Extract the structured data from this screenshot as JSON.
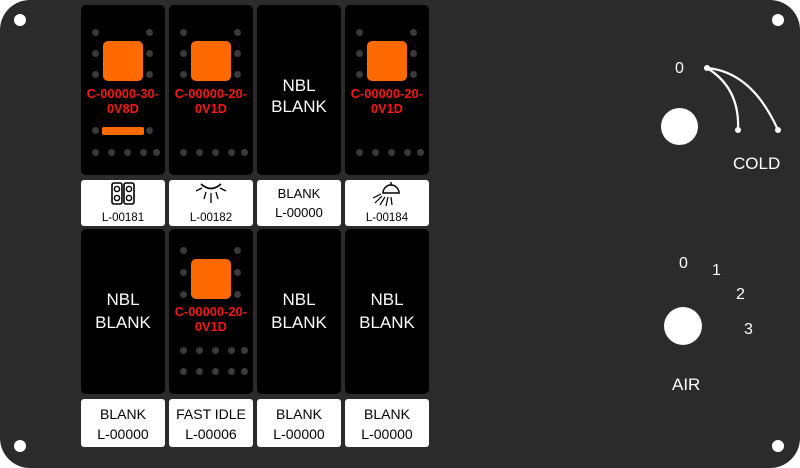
{
  "panel": {
    "switches": [
      {
        "type": "lit",
        "code": "C-00000-30-0V8D",
        "code_line1": "C-00000-30-",
        "code_line2": "0V8D",
        "indicator_bar": true
      },
      {
        "type": "lit",
        "code": "C-00000-20-0V1D",
        "code_line1": "C-00000-20-",
        "code_line2": "0V1D",
        "indicator_bar": false
      },
      {
        "type": "blank",
        "line1": "NBL",
        "line2": "BLANK"
      },
      {
        "type": "lit",
        "code": "C-00000-20-0V1D",
        "code_line1": "C-00000-20-",
        "code_line2": "0V1D",
        "indicator_bar": false
      },
      {
        "type": "blank",
        "line1": "NBL",
        "line2": "BLANK"
      },
      {
        "type": "lit",
        "code": "C-00000-20-0V1D",
        "code_line1": "C-00000-20-",
        "code_line2": "0V1D",
        "indicator_bar": false
      },
      {
        "type": "blank",
        "line1": "NBL",
        "line2": "BLANK"
      },
      {
        "type": "blank",
        "line1": "NBL",
        "line2": "BLANK"
      }
    ],
    "labels_top": [
      {
        "icon": "work-light-pair-icon",
        "code": "L-00181"
      },
      {
        "icon": "light-beam-icon",
        "code": "L-00182"
      },
      {
        "text": "BLANK",
        "code": "L-00000"
      },
      {
        "icon": "dome-light-icon",
        "code": "L-00184"
      }
    ],
    "labels_bottom": [
      {
        "text": "BLANK",
        "code": "L-00000"
      },
      {
        "text": "FAST IDLE",
        "code": "L-00006"
      },
      {
        "text": "BLANK",
        "code": "L-00000"
      },
      {
        "text": "BLANK",
        "code": "L-00000"
      }
    ],
    "temp_dial": {
      "label": "COLD",
      "zero_mark": "0"
    },
    "air_dial": {
      "label": "AIR",
      "marks": [
        "0",
        "1",
        "2",
        "3"
      ]
    },
    "colors": {
      "panel": "#2b2b2b",
      "switch": "#000000",
      "led": "#ff6a00",
      "code_text": "#ff1414"
    }
  }
}
